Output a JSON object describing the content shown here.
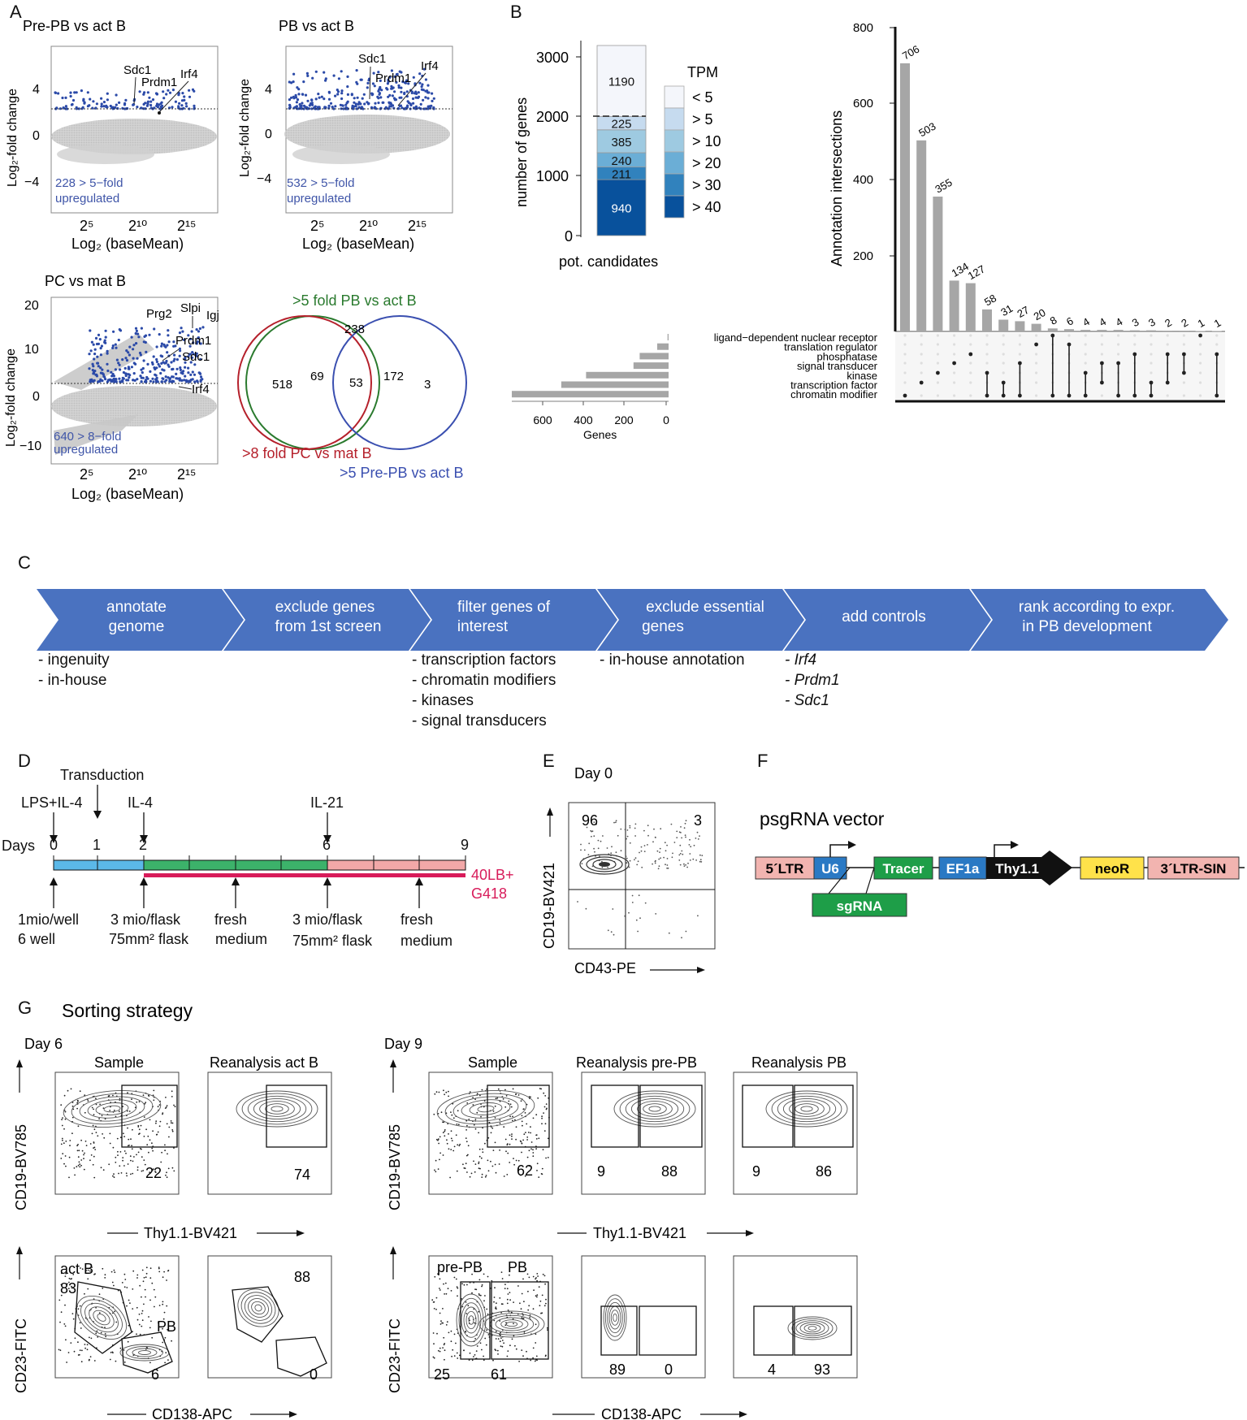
{
  "panels": {
    "A": "A",
    "B": "B",
    "C": "C",
    "D": "D",
    "E": "E",
    "F": "F",
    "G": "G"
  },
  "panelA": {
    "ma1": {
      "title": "Pre-PB vs act B",
      "count": "228 > 5−fold",
      "count2": "upregulated",
      "ylab": "Log₂-fold change",
      "xlab": "Log₂ (baseMean)",
      "genes": [
        "Sdc1",
        "Prdm1",
        "Irf4"
      ],
      "yticks": [
        "4",
        "0",
        "−4"
      ],
      "xticks": [
        "2⁵",
        "2¹⁰",
        "2¹⁵"
      ]
    },
    "ma2": {
      "title": "PB vs act B",
      "count": "532 > 5−fold",
      "count2": "upregulated",
      "ylab": "Log₂-fold change",
      "xlab": "Log₂ (baseMean)",
      "genes": [
        "Sdc1",
        "Prdm1",
        "Irf4"
      ],
      "yticks": [
        "4",
        "0",
        "−4"
      ],
      "xticks": [
        "2⁵",
        "2¹⁰",
        "2¹⁵"
      ]
    },
    "ma3": {
      "title": "PC vs mat B",
      "count": "640 > 8−fold",
      "count2": "upregulated",
      "ylab": "Log₂-fold change",
      "xlab": "Log₂ (baseMean)",
      "genes": [
        "Prg2",
        "Slpi",
        "Igj",
        "Prdm1",
        "Sdc1",
        "Irf4"
      ],
      "yticks": [
        "20",
        "10",
        "0",
        "−10"
      ],
      "xticks": [
        "2⁵",
        "2¹⁰",
        "2¹⁵"
      ]
    },
    "venn": {
      "labels": [
        ">5 fold PB vs act B",
        ">8 fold PC vs mat B",
        ">5 Pre-PB vs act B"
      ],
      "numbers": [
        "238",
        "518",
        "69",
        "53",
        "172",
        "3"
      ]
    }
  },
  "panelB": {
    "stack": {
      "ylabel": "number of genes",
      "xlabel": "pot. candidates",
      "yticks": [
        "3000",
        "2000",
        "1000",
        "0"
      ],
      "segments": [
        {
          "label": "940",
          "value": 940,
          "color": "#08519c"
        },
        {
          "label": "211",
          "value": 211,
          "color": "#3182bd"
        },
        {
          "label": "240",
          "value": 240,
          "color": "#6baed6"
        },
        {
          "label": "385",
          "value": 385,
          "color": "#9ecae1"
        },
        {
          "label": "225",
          "value": 225,
          "color": "#c6dbef"
        },
        {
          "label": "1190",
          "value": 1190,
          "color": "#f4f6fb"
        }
      ],
      "legend_title": "TPM",
      "legend": [
        "< 5",
        "> 5",
        "> 10",
        "> 20",
        "> 30",
        "> 40"
      ]
    },
    "upset": {
      "ylabel": "Annotation intersections",
      "yticks": [
        "800",
        "600",
        "400",
        "200"
      ],
      "bars": [
        706,
        503,
        355,
        134,
        127,
        58,
        31,
        27,
        20,
        8,
        6,
        4,
        4,
        4,
        3,
        3,
        2,
        2,
        1,
        1
      ],
      "bar_labels": [
        "706",
        "503",
        "355",
        "134",
        "127",
        "58",
        "31",
        "27",
        "20",
        "8",
        "6",
        "4",
        "4",
        "4",
        "3",
        "3",
        "2",
        "2",
        "1",
        "1"
      ],
      "sets": [
        "ligand−dependent nuclear receptor",
        "translation regulator",
        "phosphatase",
        "signal transducer",
        "kinase",
        "transcription factor",
        "chromatin modifier"
      ],
      "set_sizes": [
        5,
        55,
        140,
        170,
        400,
        520,
        760
      ],
      "set_xlabel": "Genes",
      "set_xticks": [
        "600",
        "400",
        "200",
        "0"
      ]
    }
  },
  "panelC": {
    "steps": [
      {
        "l1": "annotate",
        "l2": "genome"
      },
      {
        "l1": "exclude genes",
        "l2": "from 1st screen"
      },
      {
        "l1": "filter genes of",
        "l2": "interest"
      },
      {
        "l1": "exclude essential",
        "l2": "genes"
      },
      {
        "l1": "add controls",
        "l2": ""
      },
      {
        "l1": "rank according to expr.",
        "l2": "in PB development"
      }
    ],
    "notes1": [
      "- ingenuity",
      "- in-house"
    ],
    "notes3": [
      "- transcription factors",
      "- chromatin modifiers",
      "- kinases",
      "- signal transducers"
    ],
    "notes4": [
      "- in-house annotation"
    ],
    "notes5": [
      "- Irf4",
      "- Prdm1",
      "- Sdc1"
    ]
  },
  "panelD": {
    "transduction": "Transduction",
    "lps": "LPS+IL-4",
    "il4": "IL-4",
    "il21": "IL-21",
    "days_label": "Days",
    "days": [
      "0",
      "1",
      "2",
      "6",
      "9"
    ],
    "medium": "40LB+",
    "medium2": "G418",
    "bottom": [
      "1mio/well",
      "6 well",
      "3 mio/flask",
      "75mm² flask",
      "fresh",
      "medium",
      "3 mio/flask",
      "75mm² flask",
      "fresh",
      "medium"
    ]
  },
  "panelE": {
    "title": "Day 0",
    "ylabel": "CD19-BV421",
    "xlabel": "CD43-PE",
    "q1": "96",
    "q2": "3"
  },
  "panelF": {
    "title": "psgRNA vector",
    "parts": [
      "5´LTR",
      "U6",
      "Tracer",
      "EF1a",
      "Thy1.1",
      "neoR",
      "3´LTR-SIN",
      "sgRNA"
    ]
  },
  "panelG": {
    "title": "Sorting strategy",
    "day6": "Day 6",
    "day9": "Day 9",
    "col_titles": [
      "Sample",
      "Reanalysis act B",
      "Sample",
      "Reanalysis pre-PB",
      "Reanalysis PB"
    ],
    "ylab_top": "CD19-BV785",
    "xlab_top": "Thy1.1-BV421",
    "ylab_bot": "CD23-FITC",
    "xlab_bot": "CD138-APC",
    "top_nums": [
      "22",
      "74",
      "62",
      "9",
      "88",
      "9",
      "86"
    ],
    "bot_nums": [
      "act B",
      "83",
      "PB",
      "6",
      "88",
      "0",
      "pre-PB",
      "PB",
      "25",
      "61",
      "89",
      "0",
      "4",
      "93"
    ]
  }
}
